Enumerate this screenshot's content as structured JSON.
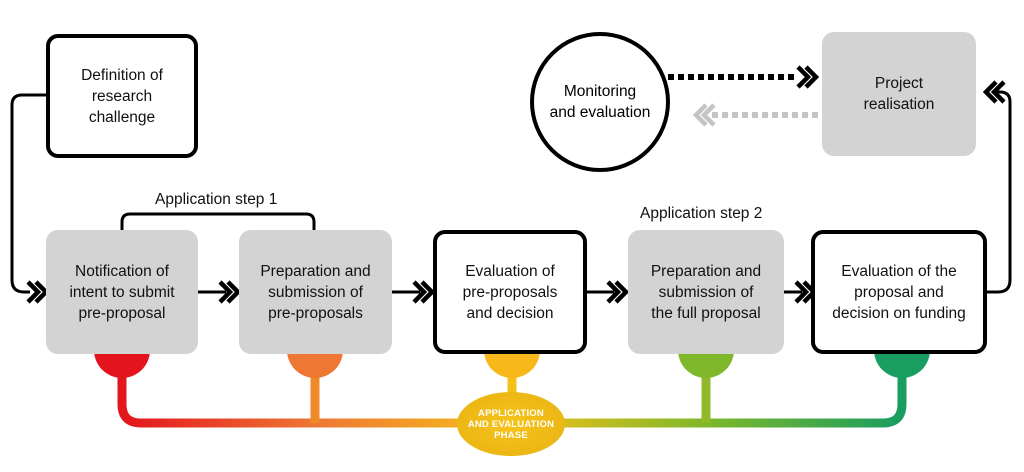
{
  "boxes": {
    "definition": "Definition of\nresearch\nchallenge",
    "notification": "Notification of\nintent to submit\npre-proposal",
    "preparation1": "Preparation and\nsubmission of\npre-proposals",
    "evaluation1": "Evaluation of\npre-proposals\nand decision",
    "preparation2": "Preparation and\nsubmission of\nthe full proposal",
    "evaluation2": "Evaluation of the\nproposal and\ndecision on funding",
    "realisation": "Project\nrealisation",
    "monitoring": "Monitoring\nand evaluation"
  },
  "labels": {
    "step1": "Application step 1",
    "step2": "Application step 2"
  },
  "phase": "APPLICATION\nAND EVALUATION\nPHASE",
  "colors": {
    "red": "#e3141d",
    "orange": "#ee7734",
    "yellow": "#f6b81a",
    "lightgreen": "#7fb82b",
    "green": "#1a9d60",
    "grey_box": "#d3d3d3",
    "phase_fill": "#f3c31a"
  }
}
